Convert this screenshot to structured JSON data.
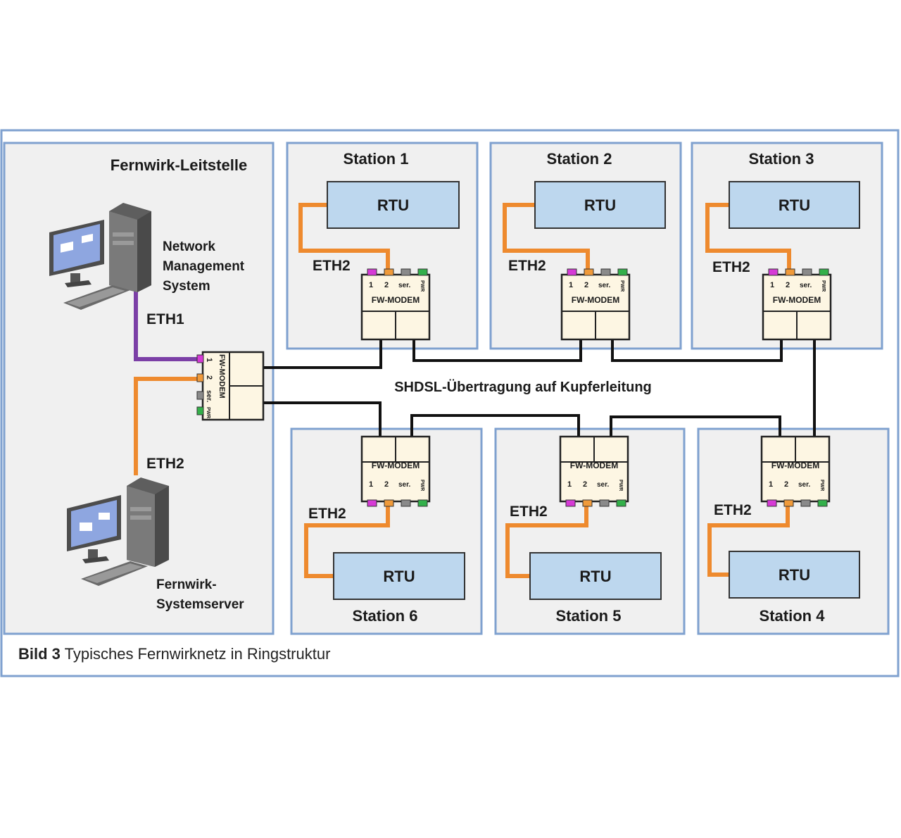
{
  "colors": {
    "frame": "#7fa1cf",
    "panel": "#f0f0f0",
    "rtu_fill": "#bdd7ee",
    "modem_fill": "#fdf6e3",
    "eth1": "#7b3fa6",
    "eth2": "#ee8a2e",
    "shdsl": "#111111",
    "port_magenta": "#d63ad6",
    "port_orange": "#f09a3a",
    "port_grey": "#8a8a8a",
    "port_green": "#33b04a"
  },
  "control_center": {
    "title": "Fernwirk-Leitstelle",
    "nms_label": [
      "Network",
      "Management",
      "System"
    ],
    "server_label": [
      "Fernwirk-",
      "Systemserver"
    ],
    "eth1_label": "ETH1",
    "eth2_label": "ETH2"
  },
  "modem": {
    "label": "FW-MODEM",
    "port1": "1",
    "port2": "2",
    "serial": "ser.",
    "power": "PWR"
  },
  "rtu_label": "RTU",
  "eth2_label": "ETH2",
  "stations": [
    {
      "name": "Station 1"
    },
    {
      "name": "Station 2"
    },
    {
      "name": "Station 3"
    },
    {
      "name": "Station 6"
    },
    {
      "name": "Station 5"
    },
    {
      "name": "Station 4"
    }
  ],
  "shdsl_label": "SHDSL-Übertragung auf Kupferleitung",
  "caption": {
    "bold": "Bild 3",
    "text": " Typisches Fernwirknetz in Ringstruktur"
  }
}
